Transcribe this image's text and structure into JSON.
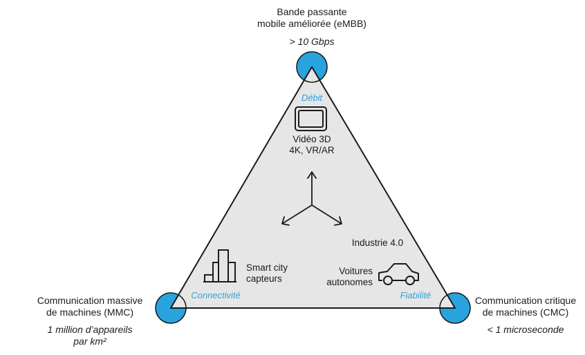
{
  "top": {
    "title_line1": "Bande passante",
    "title_line2": "mobile améliorée (eMBB)",
    "value": "> 10 Gbps",
    "axis_label": "Débit"
  },
  "left": {
    "title_line1": "Communication massive",
    "title_line2": "de machines (MMC)",
    "value_line1": "1 million d’appareils",
    "value_line2": "par km²",
    "axis_label": "Connectivité"
  },
  "right": {
    "title_line1": "Communication critique",
    "title_line2": "de machines (CMC)",
    "value": "< 1 microseconde",
    "axis_label": "Fiabilité"
  },
  "inner": {
    "video_line1": "Vidéo 3D",
    "video_line2": "4K, VR/AR",
    "industry": "Industrie 4.0",
    "smart_line1": "Smart city",
    "smart_line2": "capteurs",
    "cars_line1": "Voitures",
    "cars_line2": "autonomes"
  },
  "colors": {
    "accent": "#29a3dd",
    "triangle_fill": "#e6e6e6",
    "stroke": "#1a1a1a"
  },
  "icons": [
    "screen-icon",
    "buildings-icon",
    "car-icon",
    "three-way-arrows-icon"
  ]
}
